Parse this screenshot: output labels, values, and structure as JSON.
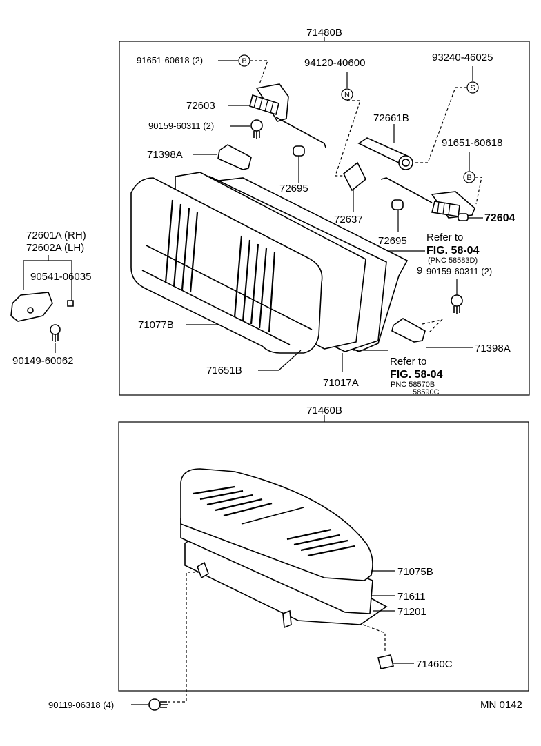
{
  "title": "",
  "groups": {
    "upper": "71480B",
    "lower": "71460B"
  },
  "labels": {
    "p91651_top": "91651-60618 (2)",
    "p94120": "94120-40600",
    "p93240": "93240-46025",
    "p72603": "72603",
    "p90159_top": "90159-60311 (2)",
    "p72661B": "72661B",
    "p91651_right": "91651-60618",
    "p71398A_left": "71398A",
    "p72695_a": "72695",
    "p72637": "72637",
    "p72695_b": "72695",
    "p72604": "72604",
    "refer1_a": "Refer to",
    "refer1_b": "FIG. 58-04",
    "refer1_c": "(PNC 58583D)",
    "p90159_right_prefix": "9",
    "p90159_right": "90159-60311 (2)",
    "p71077B": "71077B",
    "p71398A_right": "71398A",
    "refer2_a": "Refer to",
    "refer2_b": "FIG. 58-04",
    "refer2_c": "PNC 58570B",
    "refer2_d": "58590C",
    "p71651B": "71651B",
    "p71017A": "71017A",
    "p72601A": "72601A (RH)",
    "p72602A": "72602A (LH)",
    "p90541": "90541-06035",
    "p90149": "90149-60062",
    "p71075B": "71075B",
    "p71611": "71611",
    "p71201": "71201",
    "p71460C": "71460C",
    "p90119": "90119-06318 (4)",
    "code": "MN  0142"
  },
  "markers": {
    "B_top": "B",
    "N": "N",
    "S": "S",
    "B_right": "B"
  }
}
